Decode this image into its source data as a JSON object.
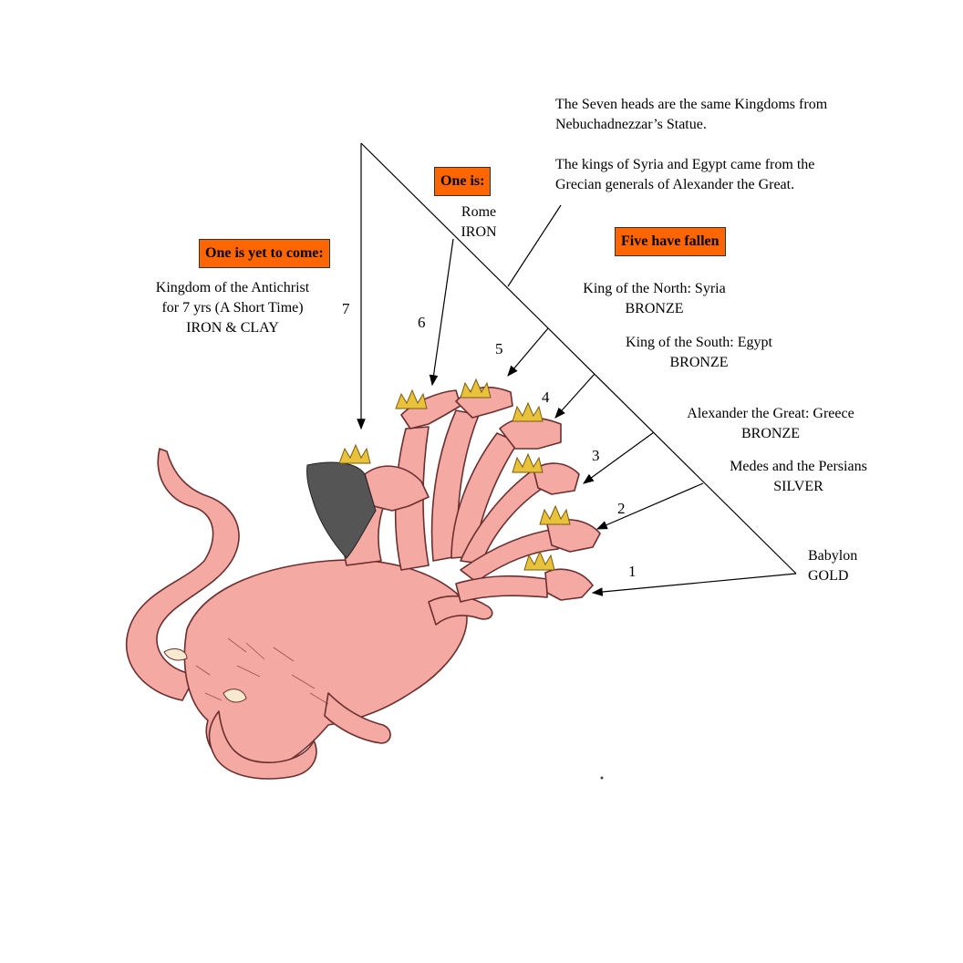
{
  "note": {
    "line1": "The Seven heads are the same Kingdoms from",
    "line2": "Nebuchadnezzar’s Statue.",
    "line3": "The kings of Syria and Egypt came from the",
    "line4": "Grecian generals of Alexander the Great."
  },
  "boxes": {
    "one_is": "One is:",
    "yet_to_come": "One is yet to come:",
    "five_fallen": "Five have fallen"
  },
  "rome": {
    "name": "Rome",
    "metal": "IRON"
  },
  "antichrist": {
    "line1": "Kingdom of the Antichrist",
    "line2": "for 7 yrs (A Short Time)",
    "line3": "IRON & CLAY"
  },
  "kingdoms": [
    {
      "name": "King of the North: Syria",
      "metal": "BRONZE"
    },
    {
      "name": "King of the South: Egypt",
      "metal": "BRONZE"
    },
    {
      "name": "Alexander the Great: Greece",
      "metal": "BRONZE"
    },
    {
      "name": "Medes and the Persians",
      "metal": "SILVER"
    },
    {
      "name": "Babylon",
      "metal": "GOLD"
    }
  ],
  "numbers": [
    "1",
    "2",
    "3",
    "4",
    "5",
    "6",
    "7"
  ],
  "colors": {
    "box": "#ff6600",
    "dragon": "#f4a9a3",
    "crown": "#e8c23a"
  }
}
